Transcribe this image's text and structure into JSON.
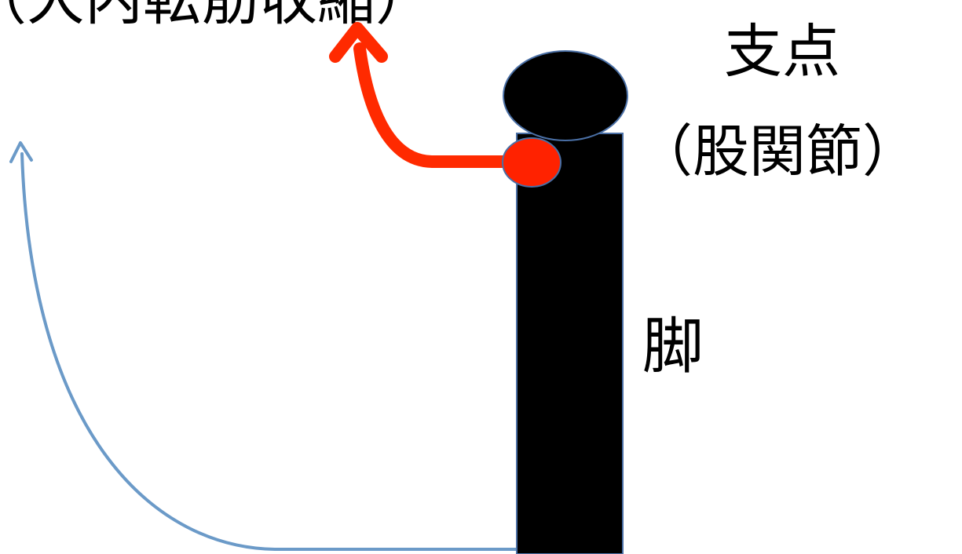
{
  "labels": {
    "top_cut": "（大内転筋収縮）",
    "pivot_line1": "支点",
    "pivot_line2": "（股関節）",
    "leg": "脚"
  },
  "colors": {
    "limb": "#000000",
    "outline": "#4a6fa5",
    "muscle": "#ff2200",
    "muscle_arrow": "#ff2a00",
    "swing_arc": "#6b9ac8",
    "background": "#ffffff"
  },
  "icons": {
    "muscle_arrow": "curved-arrow-up-icon",
    "swing_arc": "curved-arrow-up-icon"
  }
}
